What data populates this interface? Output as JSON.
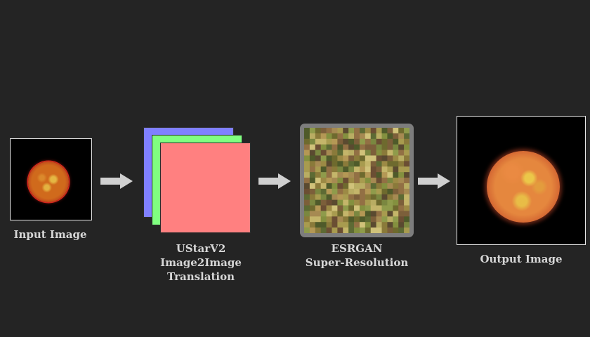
{
  "input": {
    "label": "Input Image"
  },
  "stage1": {
    "label_lines": [
      "UStarV2",
      "Image2Image",
      "Translation"
    ]
  },
  "stage2": {
    "label_lines": [
      "ESRGAN",
      "Super-Resolution"
    ]
  },
  "output": {
    "label": "Output Image"
  },
  "colors": {
    "background": "#242424",
    "label": "#d6d6d6",
    "arrow": "#d0d0d0",
    "layer_blue": "#8080ff",
    "layer_green": "#80ff80",
    "layer_red": "#ff8080",
    "esrgan_frame": "#7d7d7d"
  },
  "icons": [
    "right-arrow-icon",
    "right-arrow-icon",
    "right-arrow-icon"
  ]
}
